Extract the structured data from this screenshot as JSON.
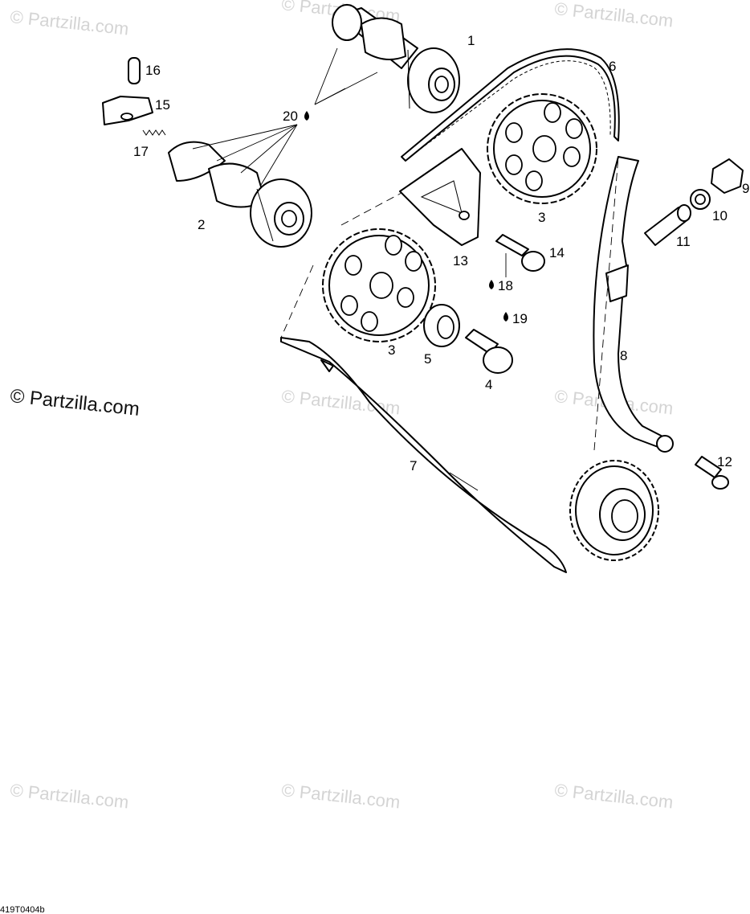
{
  "watermarks": {
    "faint": "© Partzilla.com",
    "main": "© Partzilla.com"
  },
  "drawing_code": "419T0404b",
  "callouts": {
    "c1": "1",
    "c2": "2",
    "c3a": "3",
    "c3b": "3",
    "c4": "4",
    "c5": "5",
    "c6": "6",
    "c7": "7",
    "c8": "8",
    "c9": "9",
    "c10": "10",
    "c11": "11",
    "c12": "12",
    "c13": "13",
    "c14": "14",
    "c15": "15",
    "c16": "16",
    "c17": "17",
    "c18": "18",
    "c19": "19",
    "c20": "20"
  },
  "icons": {
    "lubricant": "oil-drop-icon"
  }
}
